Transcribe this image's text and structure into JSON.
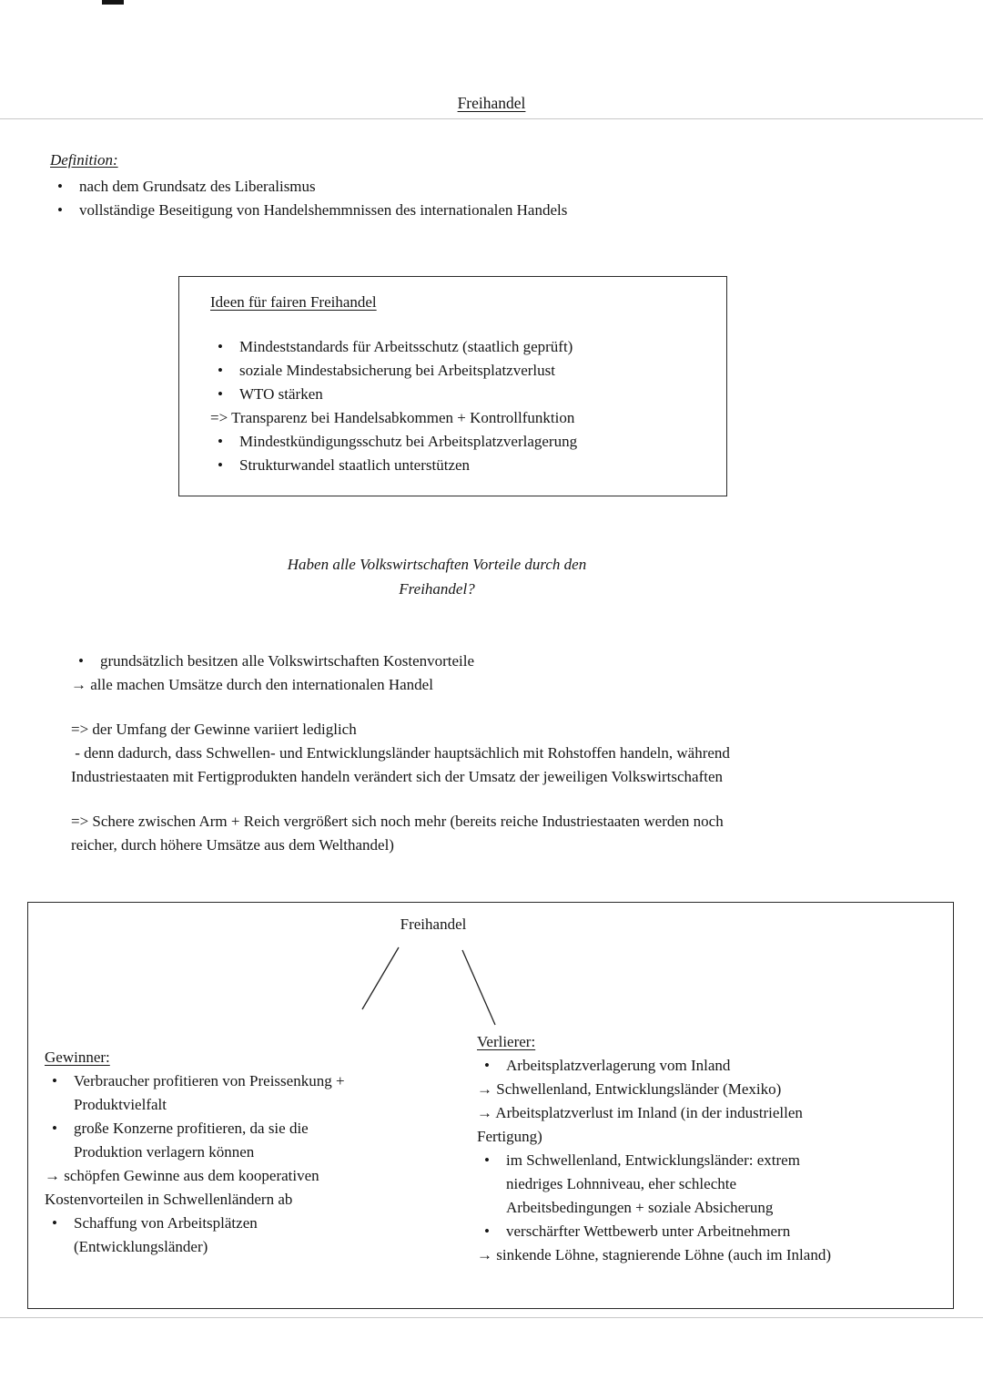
{
  "page": {
    "title": "Freihandel"
  },
  "definition": {
    "heading": "Definition:",
    "items": [
      {
        "type": "bullet",
        "marker": "•",
        "text": "nach dem Grundsatz des Liberalismus"
      },
      {
        "type": "bullet",
        "marker": "•",
        "text": "vollständige Beseitigung von Handelshemmnissen des internationalen Handels"
      }
    ]
  },
  "ideas_box": {
    "heading": "Ideen für fairen Freihandel",
    "items": [
      {
        "type": "bullet",
        "marker": "•",
        "text": "Mindeststandards für Arbeitsschutz (staatlich geprüft)"
      },
      {
        "type": "bullet",
        "marker": "•",
        "text": "soziale Mindestabsicherung bei Arbeitsplatzverlust"
      },
      {
        "type": "bullet",
        "marker": "•",
        "text": "WTO stärken"
      },
      {
        "type": "flush",
        "text": "=> Transparenz bei Handelsabkommen + Kontrollfunktion"
      },
      {
        "type": "bullet",
        "marker": "•",
        "text": "Mindestkündigungsschutz bei Arbeitsplatzverlagerung"
      },
      {
        "type": "bullet",
        "marker": "•",
        "text": "Strukturwandel staatlich unterstützen"
      }
    ]
  },
  "question": "Haben alle Volkswirtschaften Vorteile durch den\nFreihandel?",
  "analysis": {
    "items": [
      {
        "type": "bullet",
        "marker": "•",
        "text": "grundsätzlich besitzen alle Volkswirtschaften Kostenvorteile"
      },
      {
        "type": "flush",
        "text": "→ alle machen Umsätze durch den internationalen Handel"
      },
      {
        "type": "flush gap",
        "text": "=> der Umfang der Gewinne variiert lediglich"
      },
      {
        "type": "flush",
        "text": " - denn dadurch, dass Schwellen- und Entwicklungsländer hauptsächlich mit Rohstoffen handeln, während\nIndustriestaaten mit Fertigprodukten handeln verändert sich der Umsatz der jeweiligen Volkswirtschaften"
      },
      {
        "type": "flush gap",
        "text": "=> Schere zwischen Arm + Reich vergrößert sich noch mehr (bereits reiche Industriestaaten werden noch\nreicher, durch höhere Umsätze aus dem Welthandel)"
      }
    ]
  },
  "diagram": {
    "root_label": "Freihandel",
    "winners": {
      "heading": "Gewinner:",
      "items": [
        {
          "type": "bullet",
          "marker": "•",
          "text": "Verbraucher profitieren von Preissenkung +\nProduktvielfalt"
        },
        {
          "type": "bullet",
          "marker": "•",
          "text": "große Konzerne profitieren, da sie die\nProduktion verlagern können"
        },
        {
          "type": "flush",
          "text": "→ schöpfen Gewinne aus dem kooperativen\nKostenvorteilen in Schwellenländern ab"
        },
        {
          "type": "bullet",
          "marker": "•",
          "text": "Schaffung von Arbeitsplätzen\n(Entwicklungsländer)"
        }
      ]
    },
    "losers": {
      "heading": "Verlierer:",
      "items": [
        {
          "type": "bullet",
          "marker": "•",
          "text": "Arbeitsplatzverlagerung vom Inland"
        },
        {
          "type": "flush",
          "text": "→ Schwellenland, Entwicklungsländer (Mexiko)"
        },
        {
          "type": "flush",
          "text": "→ Arbeitsplatzverlust im Inland (in der industriellen\nFertigung)"
        },
        {
          "type": "bullet",
          "marker": "•",
          "text": "im Schwellenland, Entwicklungsländer: extrem\nniedriges Lohnniveau, eher schlechte\nArbeitsbedingungen + soziale Absicherung"
        },
        {
          "type": "bullet",
          "marker": "•",
          "text": "verschärfter Wettbewerb unter Arbeitnehmern"
        },
        {
          "type": "flush",
          "text": "→ sinkende Löhne, stagnierende Löhne (auch im Inland)"
        }
      ]
    }
  }
}
